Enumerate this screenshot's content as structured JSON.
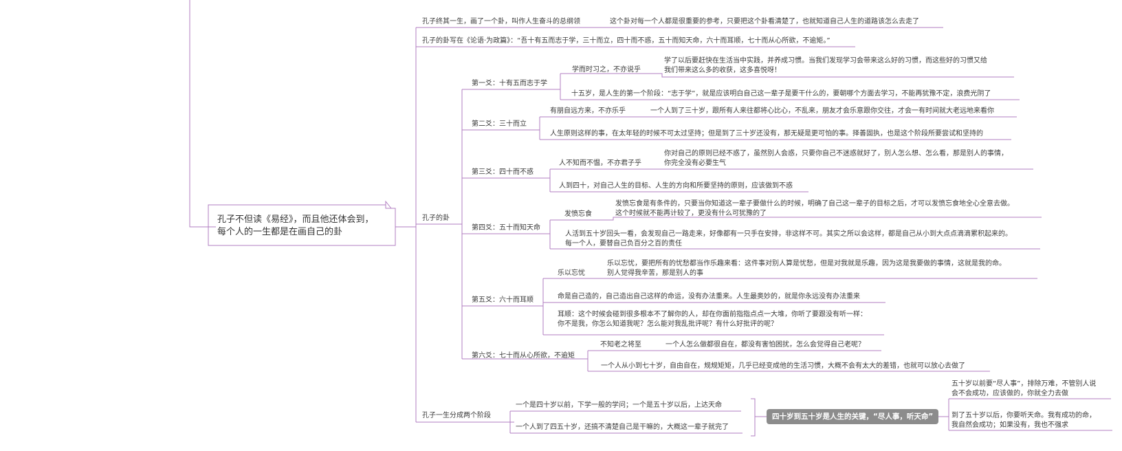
{
  "root": {
    "line1": "孔子不但读《易经》，而且他还体会到，",
    "line2": "每个人的一生都是在画自己的卦"
  },
  "branches": {
    "b1": {
      "a": "孔子终其一生，画了一个卦，叫作人生奋斗的总纲领",
      "b": "这个卦对每一个人都是很重要的参考，只要把这个卦看清楚了，也就知道自己人生的道路该怎么去走了"
    },
    "b2": "孔子的卦写在《论语·为政篇》：“吾十有五而志于学，三十而立，四十而不惑，五十而知天命，六十而耳顺，七十而从心所欲，不逾矩。”",
    "gua": {
      "label": "孔子的卦",
      "y1": {
        "label": "第一爻：十有五而志于学",
        "s1": "学而时习之，不亦说乎",
        "s1d1": "学了以后要赶快在生活当中实践，并养成习惯。当我们发现学习会带来这么好的习惯，而这些好的习惯又给",
        "s1d2": "我们带来这么多的收获，这多喜悦呀！",
        "s2": "十五岁，是人生的第一个阶段：“志于学”，就是应该明白自己这一辈子是要干什么的，要朝哪个方面去学习，不能再犹豫不定，浪费光阴了"
      },
      "y2": {
        "label": "第二爻：三十而立",
        "s1": "有朋自远方来，不亦乐乎",
        "s1d": "一个人到了三十岁，跟所有人来往都将心比心，不乱来，朋友才会乐意跟你交往，才会一有时间就大老远地来看你",
        "s2": "人生原则这样的事，在太年轻的时候不可太过坚持；但是到了三十岁还没有，那无疑是更可怕的事。择善固执，也是这个阶段所要尝试和坚持的"
      },
      "y3": {
        "label": "第三爻：四十而不惑",
        "s1": "人不知而不愠，不亦君子乎",
        "s1d1": "你对自己的原则已经不惑了，虽然别人会惑，只要你自己不迷惑就好了，别人怎么想、怎么看，那是别人的事情，",
        "s1d2": "你完全没有必要生气",
        "s2": "人到四十，对自己人生的目标、人生的方向和所要坚持的原则，应该做到不惑"
      },
      "y4": {
        "label": "第四爻：五十而知天命",
        "s1": "发愤忘食",
        "s1d1": "发愤忘食是有条件的，只要当你知道这一辈子要做什么的时候，明确了自己这一辈子的目标之后，才可以发愤忘食地全心全意去做。",
        "s1d2": "这个时候就不能再计较了，更没有什么可犹豫的了",
        "s2a": "人活到五十岁回头一看，会发现自己一路走来，好像都有一只手在安排，非这样不可。其实之所以会这样，都是自己从小到大点点滴滴累积起来的。",
        "s2b": "每一个人，要替自己负百分之百的责任"
      },
      "y5": {
        "label": "第五爻：六十而耳顺",
        "s1": "乐以忘忧",
        "s1d1": "乐以忘忧，要把所有的忧愁都当作乐趣来看：这件事对别人算是忧愁，但是对我就是乐趣，因为这是我要做的事情，这就是我的命。",
        "s1d2": "别人觉得我辛苦，那是别人的事",
        "s2": "命是自己造的，自己造出自己这样的命运，没有办法重来。人生最奥妙的，就是你永远没有办法重来",
        "s3a": "耳顺：这个时候会碰到很多根本不了解你的人，却在你面前指指点点一大堆，你听了要跟没有听一样：",
        "s3b": "你不是我，你怎么知道我呢？怎么能对我乱批评呢？有什么好批评的呢？"
      },
      "y6": {
        "label": "第六爻：七十而从心所欲，不逾矩",
        "s1": "不知老之将至",
        "s1d": "一个人怎么做都很自在，都没有害怕困扰，怎么会觉得自己老呢？",
        "s2": "一个人从小到七十岁，自由自在，规规矩矩，几乎已经变成他的生活习惯，大概不会有太大的差错，也就可以放心去做了"
      }
    },
    "stages": {
      "label": "孔子一生分成两个阶段",
      "s1": "一个是四十岁以前，下学一般的学问；一个是五十岁以后，上达天命",
      "s2": "一个人到了四五十岁，还搞不清楚自己是干嘛的，大概这一辈子就完了",
      "key": "四十岁到五十岁是人生的关键，“尽人事，听天命”",
      "k1a": "五十岁以前要“尽人事”，排除万难，不管别人说",
      "k1b": "会不会成功，应该做的，你就全力去做",
      "k2a": "到了五十岁以后，你要听天命。我有成功的命，",
      "k2b": "我自然会成功；如果没有，我也不强求"
    }
  },
  "colors": {
    "line": "#b07cc0",
    "pill": "#8c8c8c",
    "text": "#3a3a3a"
  }
}
